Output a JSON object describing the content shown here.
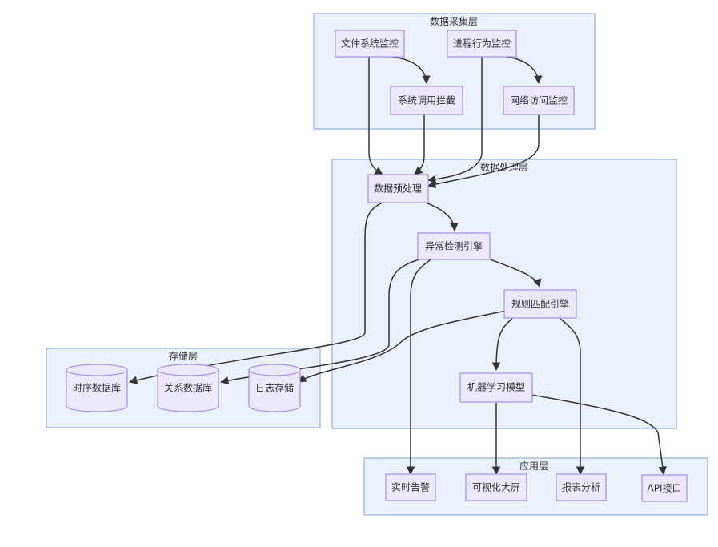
{
  "groups": {
    "collect": "数据采集层",
    "process": "数据处理层",
    "storage": "存储层",
    "app": "应用层"
  },
  "nodes": {
    "fs_monitor": "文件系统监控",
    "proc_monitor": "进程行为监控",
    "syscall_intercept": "系统调用拦截",
    "net_monitor": "网络访问监控",
    "preprocess": "数据预处理",
    "anomaly_engine": "异常检测引擎",
    "rule_engine": "规则匹配引擎",
    "ml_model": "机器学习模型",
    "ts_db": "时序数据库",
    "rel_db": "关系数据库",
    "log_store": "日志存储",
    "alert": "实时告警",
    "dashboard": "可视化大屏",
    "report": "报表分析",
    "api": "API接口"
  }
}
